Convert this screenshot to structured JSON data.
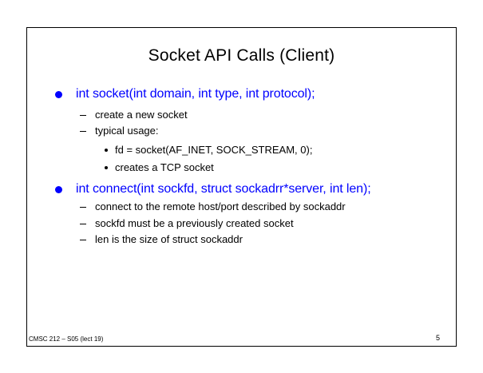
{
  "slide": {
    "title": "Socket API Calls (Client)",
    "bullets": [
      {
        "text": "int socket(int domain, int type, int protocol);",
        "subitems": [
          "create a new socket",
          "typical usage:"
        ],
        "subsubitems": [
          "fd = socket(AF_INET, SOCK_STREAM, 0);",
          "creates a TCP socket"
        ]
      },
      {
        "text": "int connect(int sockfd, struct sockadrr*server, int len);",
        "subitems": [
          "connect to the remote host/port described by sockaddr",
          "sockfd must be a previously created socket",
          "len is the size of struct sockaddr"
        ]
      }
    ],
    "footer": "CMSC 212 – S05 (lect 19)",
    "page_number": "5",
    "colors": {
      "bullet_text": "#0000ff",
      "body_text": "#000000",
      "frame": "#000000"
    }
  }
}
